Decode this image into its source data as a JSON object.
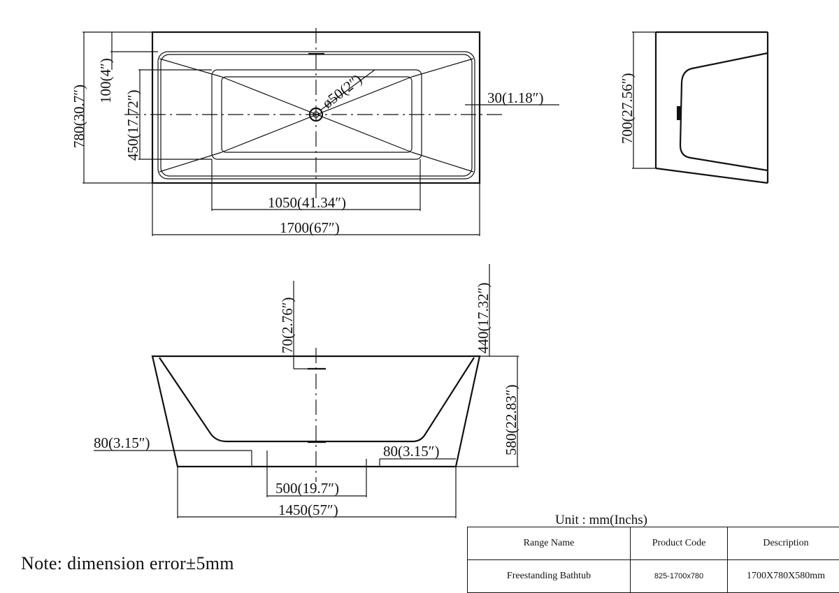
{
  "dimensions": {
    "top_length": "1700(67″)",
    "top_inner_length": "1050(41.34″)",
    "top_width": "780(30.7″)",
    "top_rim": "100(4″)",
    "top_inner_width": "450(17.72″)",
    "drain_diameter": "ø50(2″)",
    "rim_offset": "30(1.18″)",
    "side_height": "700(27.56″)",
    "drain_depth": "70(2.76″)",
    "overflow_height": "440(17.32″)",
    "front_height": "580(22.83″)",
    "base_left": "80(3.15″)",
    "base_right": "80(3.15″)",
    "base_inner": "500(19.7″)",
    "base_length": "1450(57″)"
  },
  "unit_label": "Unit : mm(Inchs)",
  "note": "Note: dimension error±5mm",
  "spec_table": {
    "headers": [
      "Range Name",
      "Product Code",
      "Description"
    ],
    "row": [
      "Freestanding Bathtub",
      "825-1700x780",
      "1700X780X580mm"
    ]
  }
}
